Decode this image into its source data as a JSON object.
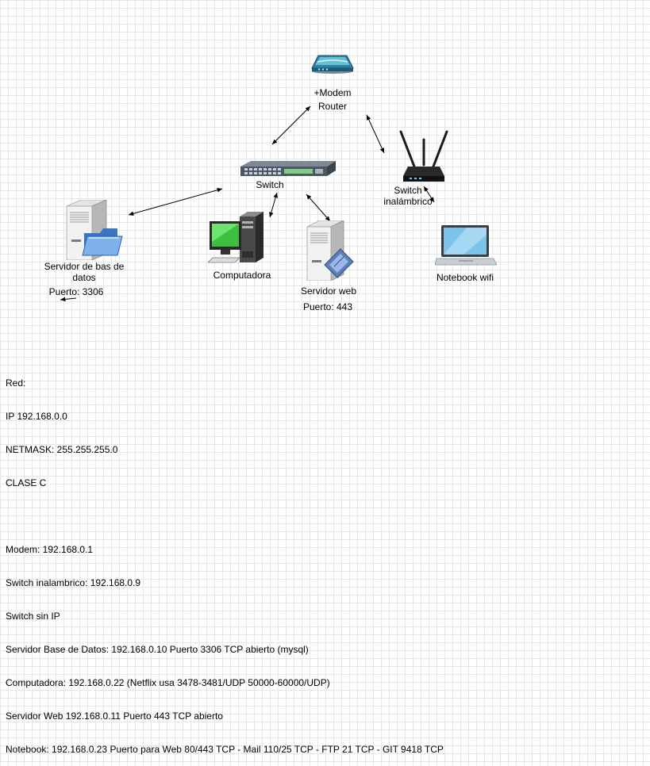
{
  "diagram": {
    "nodes": {
      "modem": {
        "label_line1": "+Modem",
        "label_line2": "Router",
        "icon": "modem-icon"
      },
      "switch": {
        "label": "Switch",
        "icon": "switch-icon"
      },
      "wireless": {
        "label_line1": "Switch",
        "label_line2": "inalámbrico",
        "icon": "wifi-router-icon"
      },
      "db_server": {
        "label_line1": "Servidor de bas de",
        "label_line2": "datos",
        "port": "Puerto: 3306",
        "icon": "database-server-icon"
      },
      "computer": {
        "label": "Computadora",
        "icon": "desktop-computer-icon"
      },
      "web_server": {
        "label": "Servidor web",
        "port": "Puerto: 443",
        "icon": "web-server-icon"
      },
      "notebook": {
        "label": "Notebook wifi",
        "icon": "laptop-icon"
      }
    },
    "colors": {
      "line": "#000000",
      "grid": "#e6e6e6",
      "screen_green": "#3fbf3f"
    }
  },
  "notes": {
    "lines": [
      "Red:",
      "IP 192.168.0.0",
      "NETMASK: 255.255.255.0",
      "CLASE C",
      "",
      "Modem: 192.168.0.1",
      "Switch inalambrico: 192.168.0.9",
      "Switch sin IP",
      "Servidor Base de Datos: 192.168.0.10 Puerto 3306 TCP abierto (mysql)",
      "Computadora: 192.168.0.22 (Netflix usa 3478-3481/UDP 50000-60000/UDP)",
      "Servidor Web 192.168.0.11 Puerto 443 TCP abierto",
      "Notebook: 192.168.0.23 Puerto para Web 80/443 TCP - Mail 110/25 TCP - FTP 21 TCP - GIT 9418 TCP"
    ]
  }
}
